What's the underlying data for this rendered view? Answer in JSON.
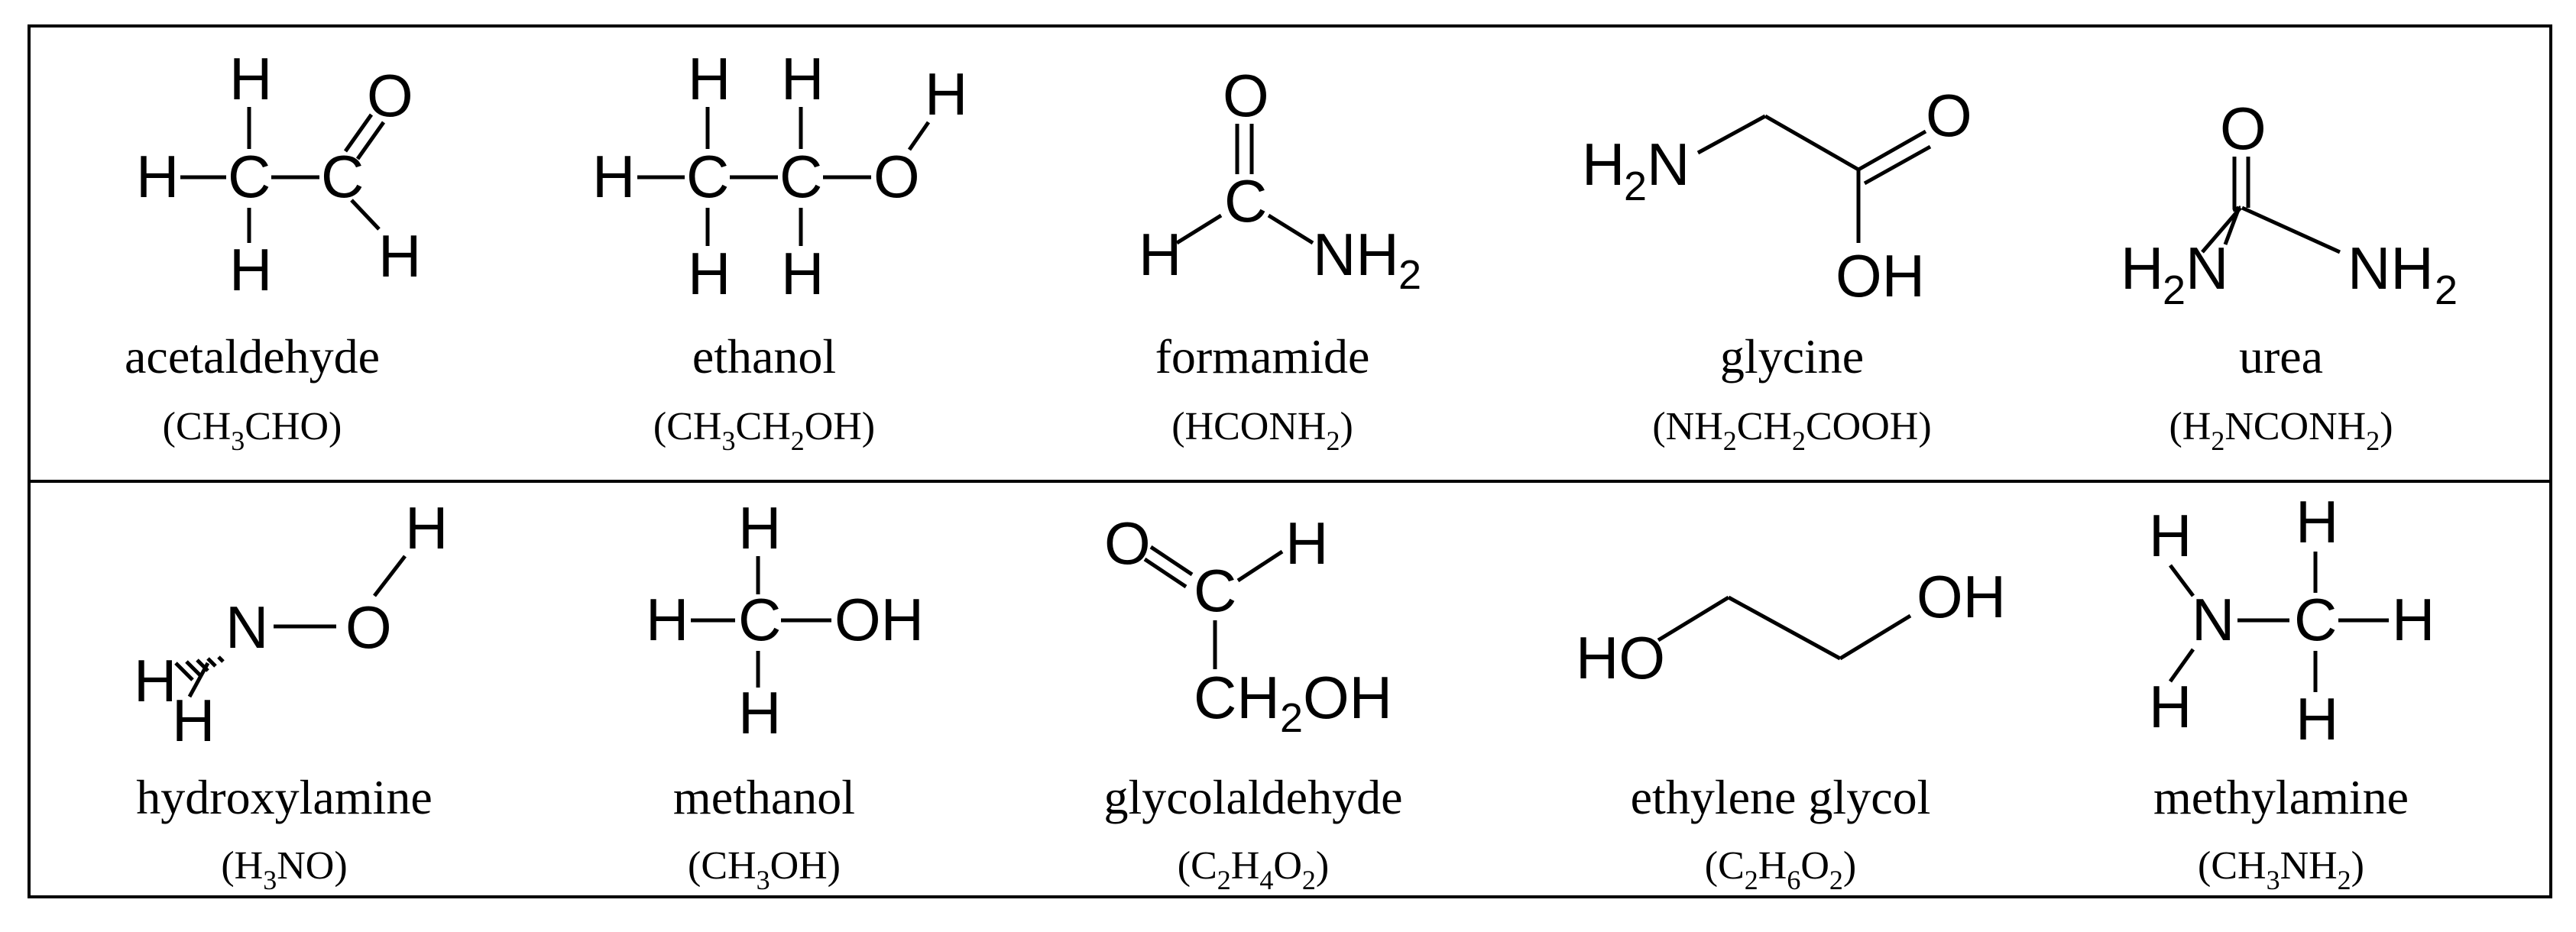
{
  "molecules": [
    {
      "id": "acetaldehyde",
      "name": "acetaldehyde",
      "formula_parts": [
        "(CH",
        "3",
        "CHO)"
      ]
    },
    {
      "id": "ethanol",
      "name": "ethanol",
      "formula_parts": [
        "(CH",
        "3",
        "CH",
        "2",
        "OH)"
      ]
    },
    {
      "id": "formamide",
      "name": "formamide",
      "formula_parts": [
        "(HCONH",
        "2",
        ")"
      ]
    },
    {
      "id": "glycine",
      "name": "glycine",
      "formula_parts": [
        "(NH",
        "2",
        "CH",
        "2",
        "COOH)"
      ]
    },
    {
      "id": "urea",
      "name": "urea",
      "formula_parts": [
        "(H",
        "2",
        "NCONH",
        "2",
        ")"
      ]
    },
    {
      "id": "hydroxylamine",
      "name": "hydroxylamine",
      "formula_parts": [
        "(H",
        "3",
        "NO)"
      ]
    },
    {
      "id": "methanol",
      "name": "methanol",
      "formula_parts": [
        "(CH",
        "3",
        "OH)"
      ]
    },
    {
      "id": "glycolaldehyde",
      "name": "glycolaldehyde",
      "formula_parts": [
        "(C",
        "2",
        "H",
        "4",
        "O",
        "2",
        ")"
      ]
    },
    {
      "id": "ethylene-glycol",
      "name": "ethylene glycol",
      "formula_parts": [
        "(C",
        "2",
        "H",
        "6",
        "O",
        "2",
        ")"
      ]
    },
    {
      "id": "methylamine",
      "name": "methylamine",
      "formula_parts": [
        "(CH",
        "3",
        "NH",
        "2",
        ")"
      ]
    }
  ],
  "atoms": {
    "H": "H",
    "C": "C",
    "O": "O",
    "N": "N",
    "OH": "OH",
    "HO": "HO",
    "NH": "NH",
    "CH": "CH",
    "two": "2"
  }
}
